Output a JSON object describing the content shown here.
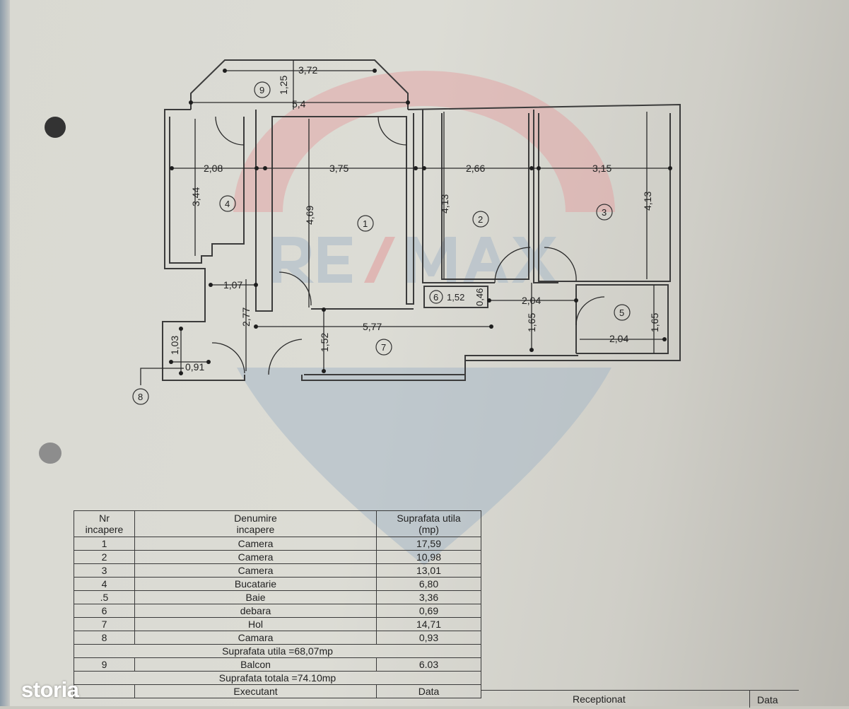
{
  "watermark": {
    "brand": "RE/MAX",
    "colors": {
      "red": "#d99a9a",
      "blue": "#9fb2c2"
    }
  },
  "logo": {
    "text": "storia"
  },
  "plan": {
    "dimensions": {
      "balcony_top": "3,72",
      "balcony_depth": "1,25",
      "balcony_width": "5,4",
      "kitchen_width": "2,08",
      "kitchen_height": "3,44",
      "room1_width": "3,75",
      "room1_height": "4,69",
      "room2_width": "2,66",
      "room2_height": "4,13",
      "room3_width": "3,15",
      "room3_height": "4,13",
      "hall_a": "1,07",
      "hall_b": "2,77",
      "hall_len": "5,77",
      "hall_c": "1,52",
      "storage_w": "1,52",
      "storage_h": "0,46",
      "bath_top": "2,04",
      "bath_h_left": "1,65",
      "bath_h": "1,65",
      "bath_w": "2,04",
      "pantry_h": "1,03",
      "pantry_w": "0,91"
    },
    "room_labels": [
      "1",
      "2",
      "3",
      "4",
      "5",
      "6",
      "7",
      "8",
      "9"
    ]
  },
  "table": {
    "headers": [
      "Nr\nincapere",
      "Denumire\nincapere",
      "Suprafata utila\n(mp)"
    ],
    "header_lines": [
      [
        "Nr",
        "incapere"
      ],
      [
        "Denumire",
        "incapere"
      ],
      [
        "Suprafata utila",
        "(mp)"
      ]
    ],
    "rows": [
      {
        "nr": "1",
        "name": "Camera",
        "area": "17,59"
      },
      {
        "nr": "2",
        "name": "Camera",
        "area": "10,98"
      },
      {
        "nr": "3",
        "name": "Camera",
        "area": "13,01"
      },
      {
        "nr": "4",
        "name": "Bucatarie",
        "area": "6,80"
      },
      {
        "nr": ".5",
        "name": "Baie",
        "area": "3,36"
      },
      {
        "nr": "6",
        "name": "debara",
        "area": "0,69"
      },
      {
        "nr": "7",
        "name": "Hol",
        "area": "14,71"
      },
      {
        "nr": "8",
        "name": "Camara",
        "area": "0,93"
      }
    ],
    "subtotal": "Suprafata  utila =68,07mp",
    "balcony_row": {
      "nr": "9",
      "name": "Balcon",
      "area": "6.03"
    },
    "total": "Suprafata   totala =74.10mp",
    "footer": {
      "executant": "Executant",
      "data": "Data",
      "receptionat": "Receptionat",
      "data2": "Data"
    }
  }
}
